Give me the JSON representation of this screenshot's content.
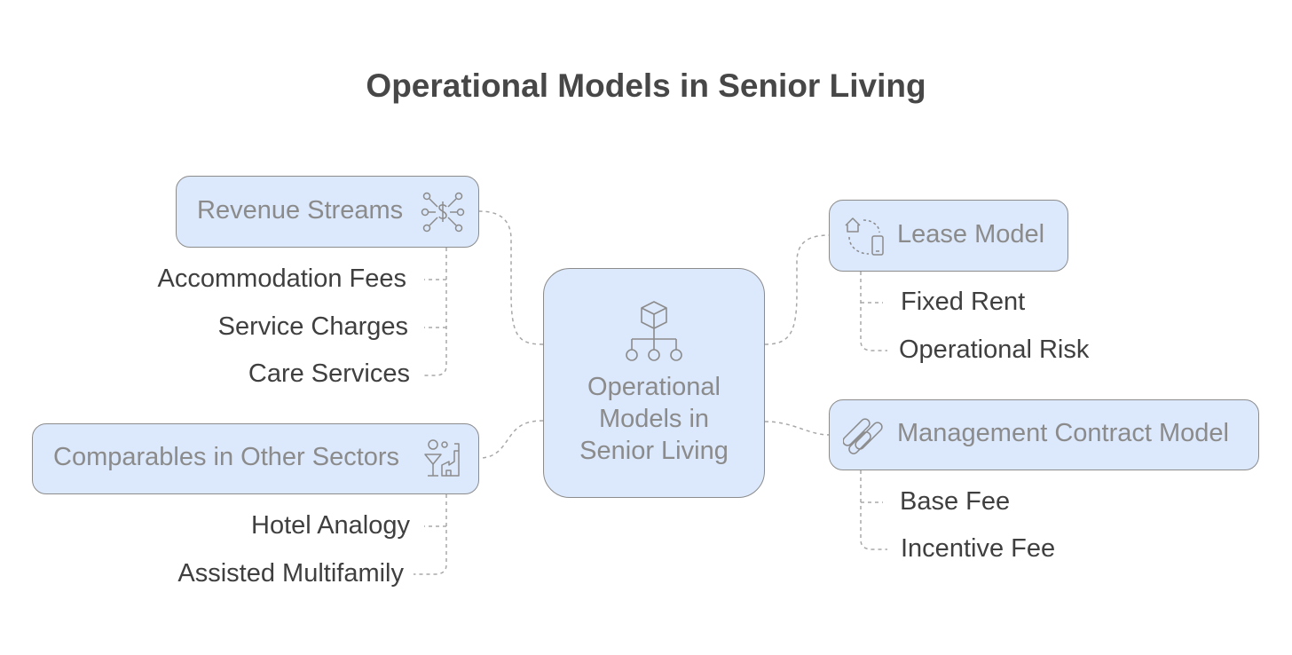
{
  "title": "Operational Models in Senior Living",
  "center": {
    "label_lines": [
      "Operational",
      "Models in",
      "Senior Living"
    ],
    "icon": "cube-hierarchy-icon"
  },
  "branches": {
    "revenue_streams": {
      "label": "Revenue Streams",
      "icon": "dollar-network-icon",
      "items": [
        "Accommodation Fees",
        "Service Charges",
        "Care Services"
      ]
    },
    "comparables": {
      "label": "Comparables in Other Sectors",
      "icon": "cocktail-factory-icon",
      "items": [
        "Hotel Analogy",
        "Assisted Multifamily"
      ]
    },
    "lease_model": {
      "label": "Lease Model",
      "icon": "house-phone-icon",
      "items": [
        "Fixed Rent",
        "Operational Risk"
      ]
    },
    "management_contract": {
      "label": "Management Contract Model",
      "icon": "pills-icon",
      "items": [
        "Base Fee",
        "Incentive Fee"
      ]
    }
  },
  "colors": {
    "node_fill": "#dce8fb",
    "node_border": "#8c8c8c",
    "node_text": "#8b8b8b",
    "leaf_text": "#3f3f3f",
    "title_text": "#474747",
    "connector": "#a8a8a8"
  }
}
